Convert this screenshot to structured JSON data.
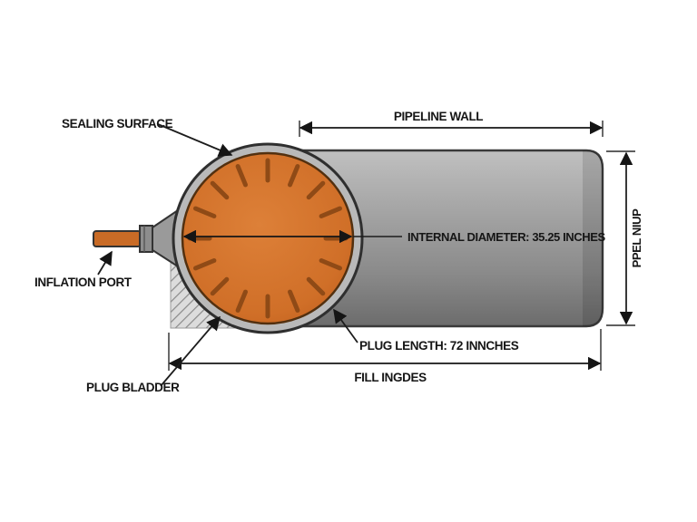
{
  "labels": {
    "sealing_surface": "SEALING SURFACE",
    "pipeline_wall": "PIPELINE WALL",
    "internal_diameter": "INTERNAL DIAMETER: 35.25 INCHES",
    "inflation_port": "INFLATION PORT",
    "plug_length": "PLUG LENGTH: 72 INNCHES",
    "plug_bladder": "PLUG BLADDER",
    "fill_length": "FILL INGDES",
    "pipe_wall_vertical": "PPEL NIUP"
  },
  "values": {
    "internal_diameter_inches": "35.25",
    "plug_length_inches": "72"
  },
  "colors": {
    "bladder_orange": "#d06f28",
    "bladder_tick": "#8f4a16",
    "pipe_gray": "#9a9a9a",
    "outline": "#2b2b2b",
    "background": "#ffffff"
  }
}
